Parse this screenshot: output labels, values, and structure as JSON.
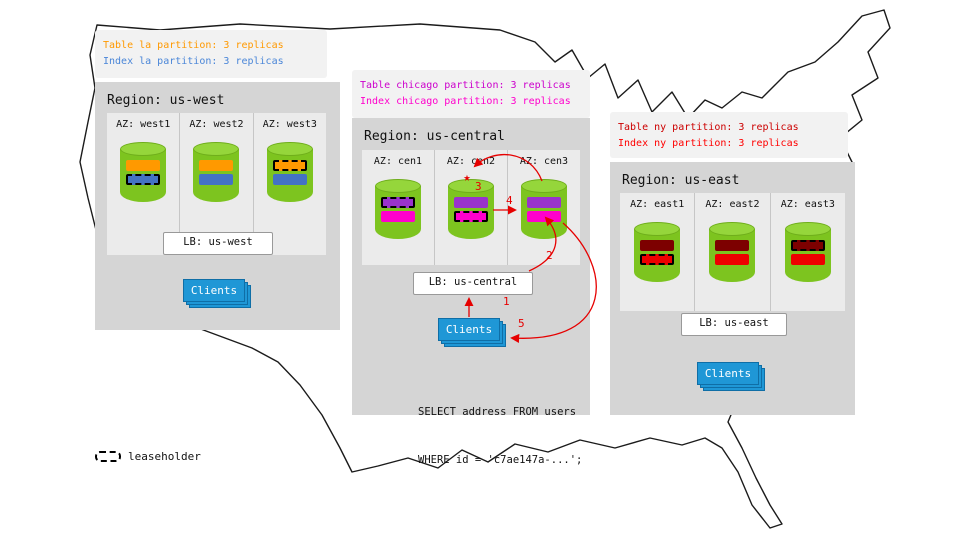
{
  "icons": {
    "star": "★"
  },
  "legend": {
    "label": "leaseholder"
  },
  "flow": {
    "steps": [
      "1",
      "2",
      "3",
      "4",
      "5"
    ]
  },
  "query": {
    "line1": "SELECT address FROM users",
    "line2": "WHERE id = 'c7ae147a-...';"
  },
  "colors": {
    "cylinder_green": "#7dc41f",
    "cylinder_green_top": "#95d63b",
    "clients_blue": "#1f97d6",
    "arrow_red": "#e60000",
    "region_gray": "#d5d5d5",
    "az_gray": "#ebebeb",
    "annotation_gray": "#f2f2f2"
  },
  "west": {
    "title": "Region: us-west",
    "annotation": {
      "table": {
        "text": "Table la partition: 3 replicas",
        "color": "#ff9900"
      },
      "index": {
        "text": "Index la partition: 3 replicas",
        "color": "#4a86d8"
      }
    },
    "table_color": "#ff9900",
    "index_color": "#4472c4",
    "azs": [
      {
        "label": "AZ: west1",
        "table_leaseholder": false,
        "index_leaseholder": true
      },
      {
        "label": "AZ: west2",
        "table_leaseholder": false,
        "index_leaseholder": false
      },
      {
        "label": "AZ: west3",
        "table_leaseholder": true,
        "index_leaseholder": false
      }
    ],
    "lb": "LB: us-west",
    "clients": "Clients"
  },
  "central": {
    "title": "Region: us-central",
    "annotation": {
      "table": {
        "text": "Table chicago partition: 3 replicas",
        "color": "#cc00cc"
      },
      "index": {
        "text": "Index chicago partition: 3 replicas",
        "color": "#ff00cc"
      }
    },
    "table_color": "#9933cc",
    "index_color": "#ff00cc",
    "azs": [
      {
        "label": "AZ: cen1",
        "table_leaseholder": true,
        "index_leaseholder": false
      },
      {
        "label": "AZ: cen2",
        "table_leaseholder": false,
        "index_leaseholder": true
      },
      {
        "label": "AZ: cen3",
        "table_leaseholder": false,
        "index_leaseholder": false
      }
    ],
    "lb": "LB: us-central",
    "clients": "Clients"
  },
  "east": {
    "title": "Region: us-east",
    "annotation": {
      "table": {
        "text": "Table ny partition: 3 replicas",
        "color": "#cc0000"
      },
      "index": {
        "text": "Index ny partition: 3 replicas",
        "color": "#ff0000"
      }
    },
    "table_color": "#7d0000",
    "index_color": "#ee0000",
    "azs": [
      {
        "label": "AZ: east1",
        "table_leaseholder": false,
        "index_leaseholder": true
      },
      {
        "label": "AZ: east2",
        "table_leaseholder": false,
        "index_leaseholder": false
      },
      {
        "label": "AZ: east3",
        "table_leaseholder": true,
        "index_leaseholder": false
      }
    ],
    "lb": "LB: us-east",
    "clients": "Clients"
  }
}
